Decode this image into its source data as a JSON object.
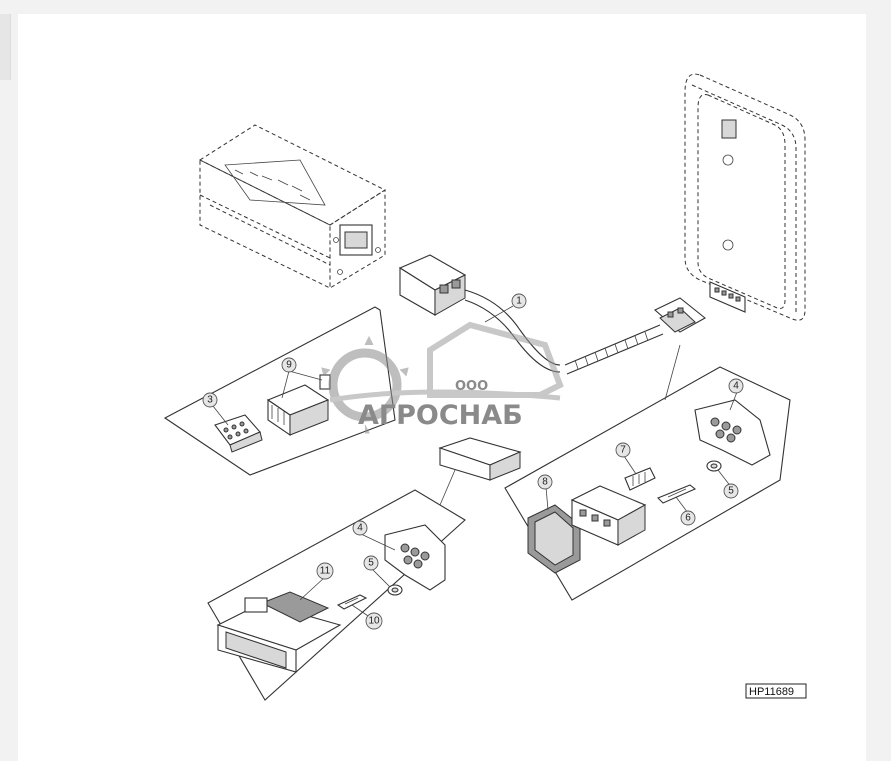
{
  "figure_ref": "HP11689",
  "watermark": {
    "prefix": "ООО",
    "brand": "АГРОСНАБ"
  },
  "callouts": [
    {
      "id": "c1",
      "label": "1"
    },
    {
      "id": "c3",
      "label": "3"
    },
    {
      "id": "c9",
      "label": "9"
    },
    {
      "id": "c4a",
      "label": "4"
    },
    {
      "id": "c5a",
      "label": "5"
    },
    {
      "id": "c11",
      "label": "11"
    },
    {
      "id": "c10",
      "label": "10"
    },
    {
      "id": "c4b",
      "label": "4"
    },
    {
      "id": "c7",
      "label": "7"
    },
    {
      "id": "c5b",
      "label": "5"
    },
    {
      "id": "c8",
      "label": "8"
    },
    {
      "id": "c6",
      "label": "6"
    }
  ]
}
